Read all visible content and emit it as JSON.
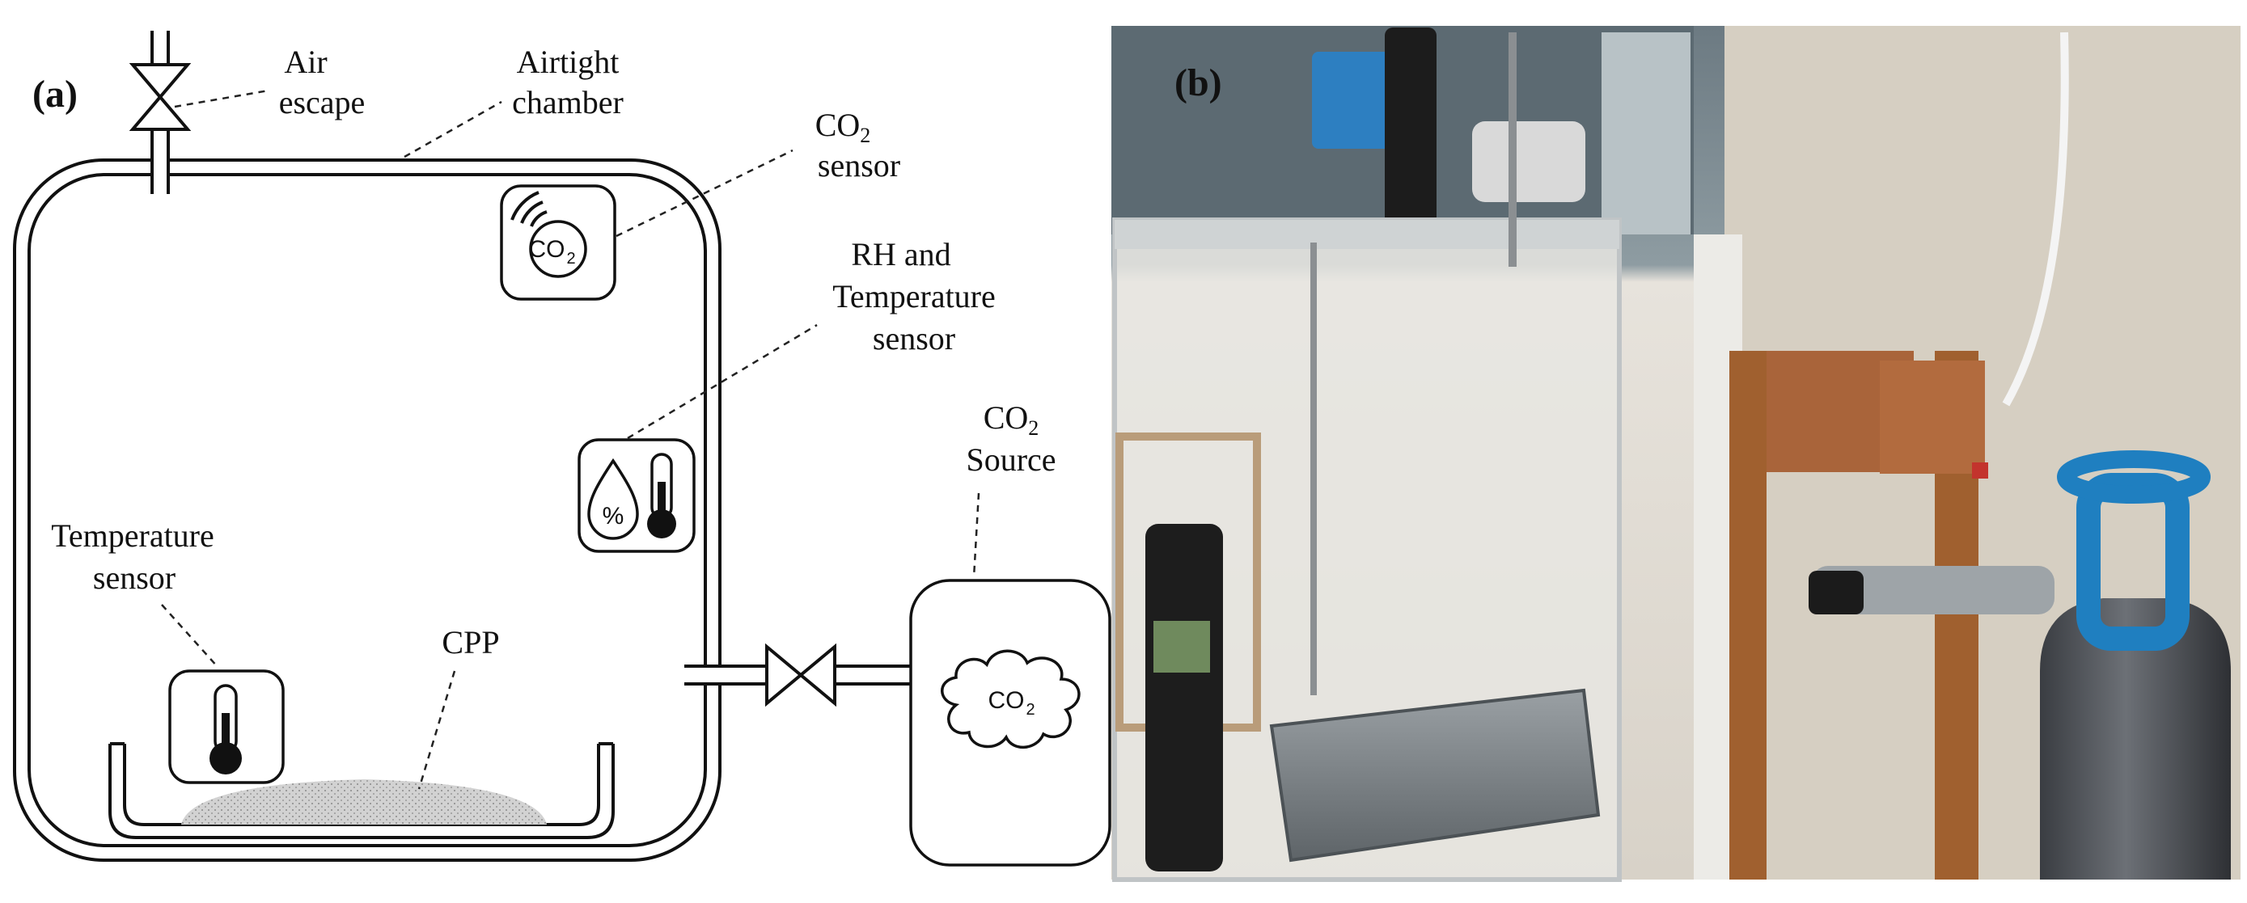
{
  "panels": {
    "a": "(a)",
    "b": "(b)"
  },
  "labels": {
    "air_escape_line1": "Air",
    "air_escape_line2": "escape",
    "chamber_line1": "Airtight",
    "chamber_line2": "chamber",
    "co2_sensor_line1": "CO",
    "co2_sensor_sub": "2",
    "co2_sensor_line2": "sensor",
    "rh_line1": "RH and",
    "rh_line2": "Temperature",
    "rh_line3": "sensor",
    "co2_source_line1": "CO",
    "co2_source_sub": "2",
    "co2_source_line2": "Source",
    "temp_sensor_line1": "Temperature",
    "temp_sensor_line2": "sensor",
    "cpp": "CPP"
  },
  "icons": {
    "co2_sensor_icon_text": "CO",
    "co2_sensor_icon_sub": "2",
    "rh_icon_text": "%",
    "cloud_icon_text": "CO",
    "cloud_icon_sub": "2"
  },
  "colors": {
    "line": "#111111",
    "powder": "#c9c9c9",
    "cylinder_handle": "#1f7fc0",
    "cylinder_body": "#4a4d52",
    "wood": "#a9643a"
  }
}
